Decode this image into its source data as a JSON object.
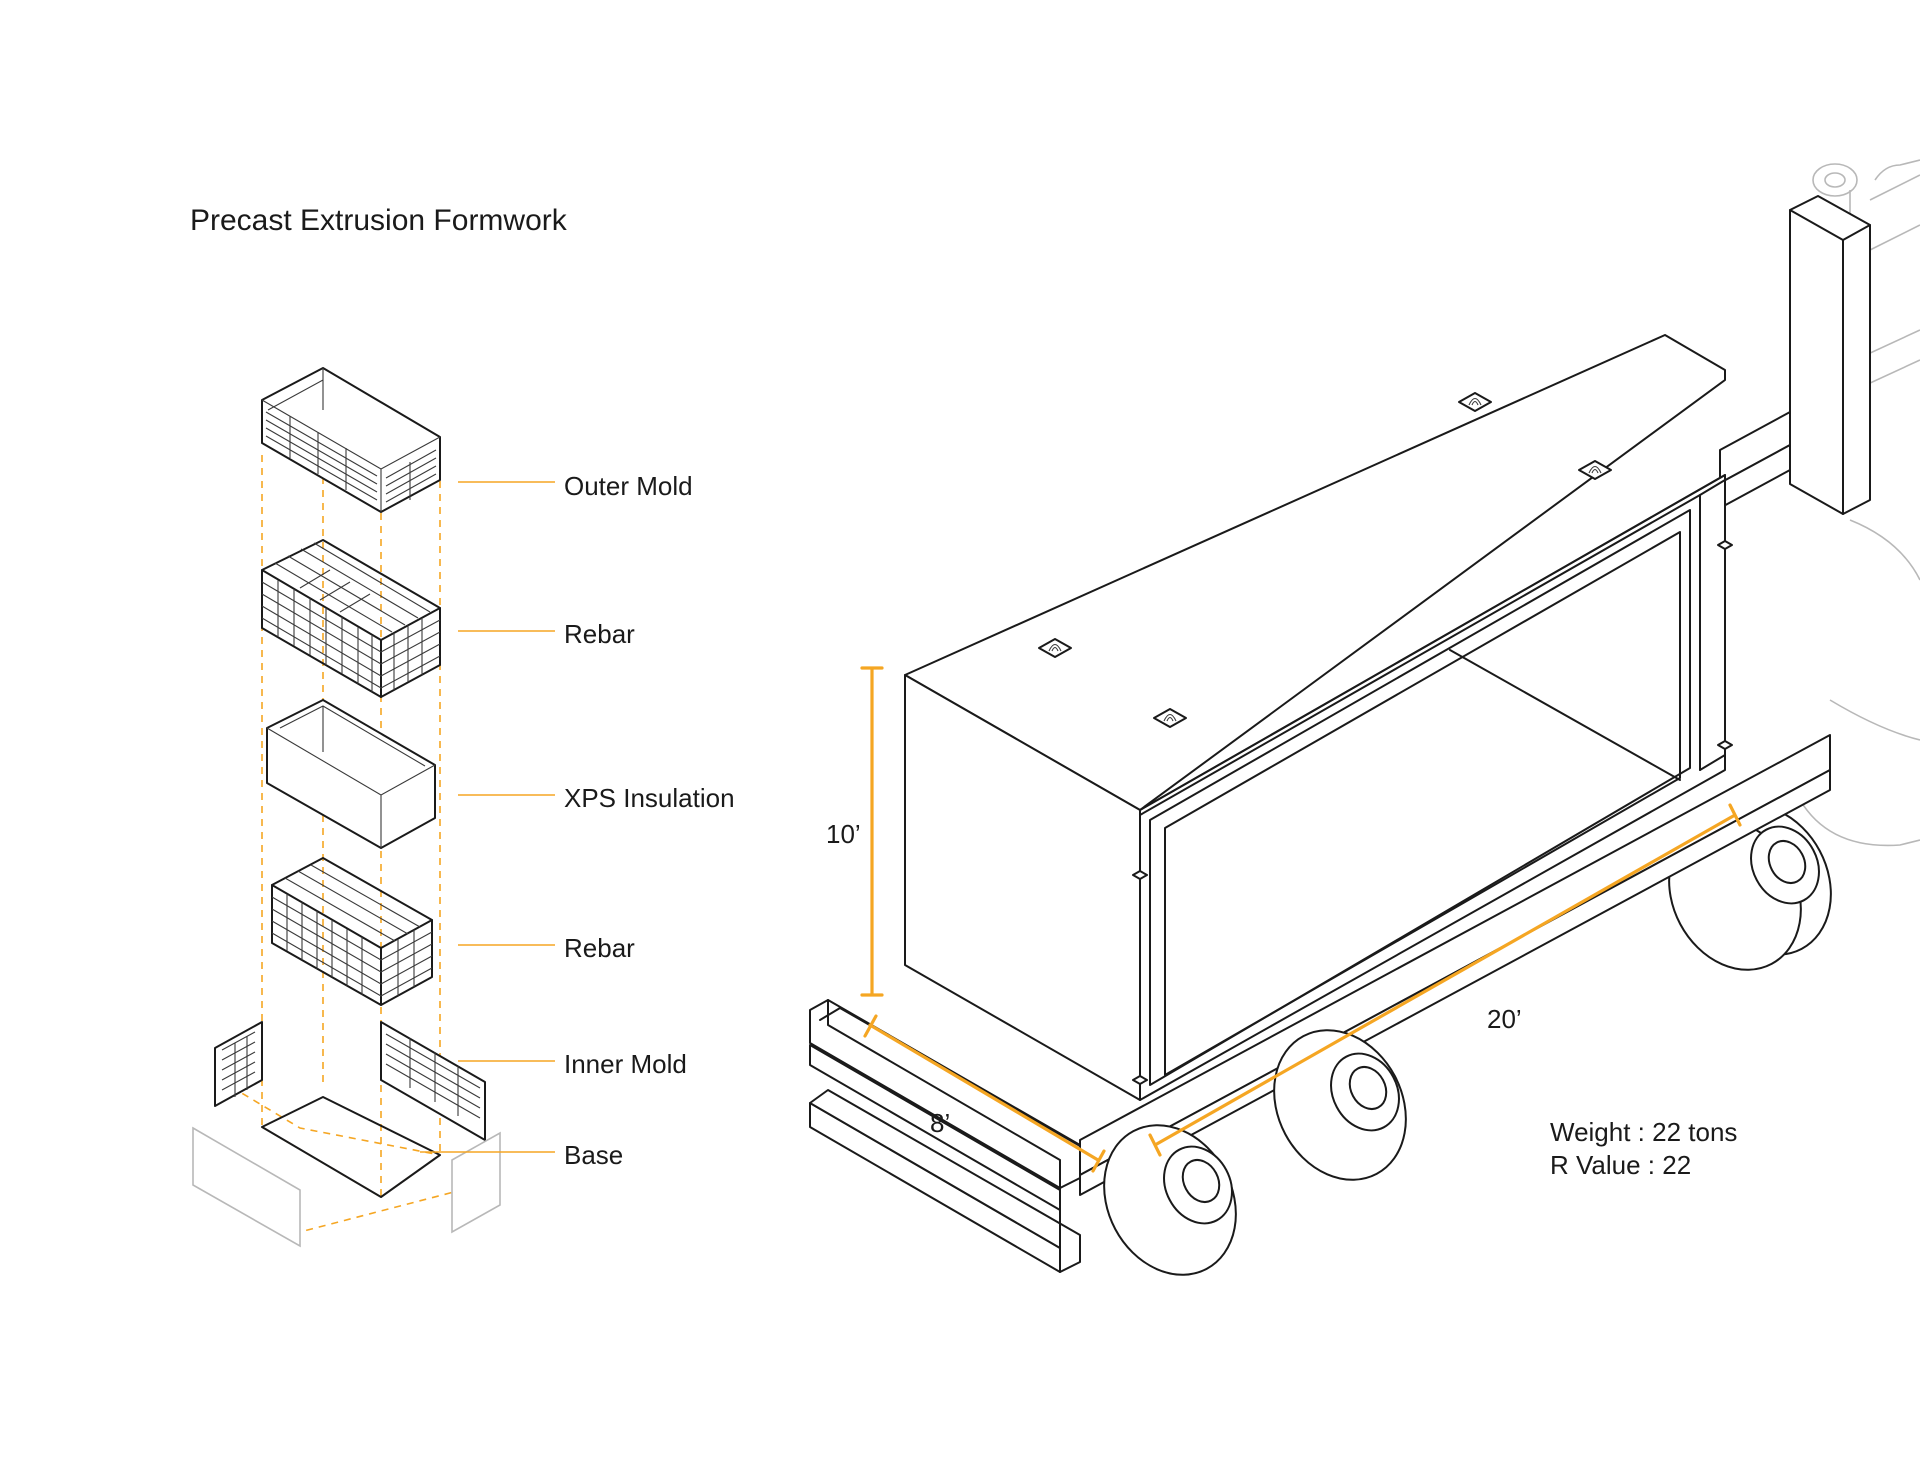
{
  "title": "Precast Extrusion Formwork",
  "layers": [
    {
      "label": "Outer Mold"
    },
    {
      "label": "Rebar"
    },
    {
      "label": "XPS Insulation"
    },
    {
      "label": "Rebar"
    },
    {
      "label": "Inner Mold"
    },
    {
      "label": "Base"
    }
  ],
  "dimensions": {
    "height": "10’",
    "width": "8’",
    "length": "20’"
  },
  "specs": {
    "weight": "Weight : 22 tons",
    "r_value": "R Value : 22"
  },
  "colors": {
    "accent": "#f5a623",
    "line": "#1a1a1a",
    "ghost": "#b8b8b8"
  }
}
